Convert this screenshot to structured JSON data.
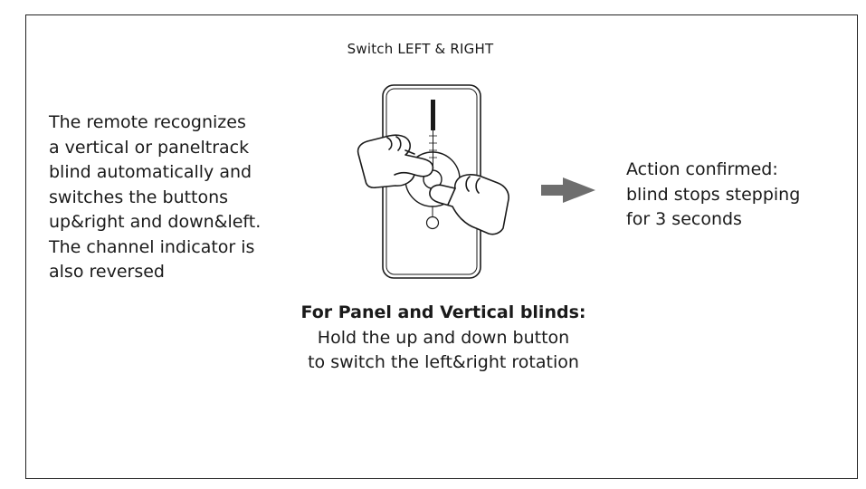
{
  "title": "Switch LEFT & RIGHT",
  "left_text": [
    "The remote recognizes",
    "a vertical or paneltrack",
    "blind automatically and",
    "switches the buttons",
    "up&right and down&left.",
    "The channel indicator is",
    "also reversed"
  ],
  "right_text": [
    "Action confirmed:",
    "blind stops stepping",
    "for 3 seconds"
  ],
  "bottom_text": {
    "heading": "For Panel and Vertical blinds:",
    "lines": [
      "Hold the up and down button",
      "to switch the left&right rotation"
    ]
  },
  "colors": {
    "arrow": "#6e6e6e",
    "stroke": "#1a1a1a",
    "frame": "#222222"
  }
}
